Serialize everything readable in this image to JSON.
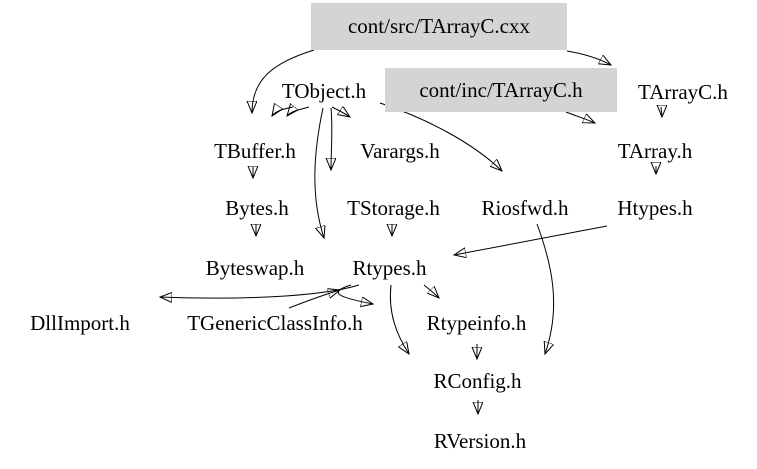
{
  "diagram": {
    "type": "include-dependency-graph",
    "colors": {
      "background": "#ffffff",
      "node_fill": "#d4d4d4",
      "edge": "#000000",
      "text": "#000000"
    },
    "nodes": {
      "tarrayc_cxx": {
        "label": "cont/src/TArrayC.cxx",
        "filled": true
      },
      "tobject": {
        "label": "TObject.h",
        "filled": false
      },
      "tarrayc_inc": {
        "label": "cont/inc/TArrayC.h",
        "filled": true
      },
      "tarrayc_h": {
        "label": "TArrayC.h",
        "filled": false
      },
      "tbuffer": {
        "label": "TBuffer.h",
        "filled": false
      },
      "varargs": {
        "label": "Varargs.h",
        "filled": false
      },
      "tarray": {
        "label": "TArray.h",
        "filled": false
      },
      "bytes": {
        "label": "Bytes.h",
        "filled": false
      },
      "tstorage": {
        "label": "TStorage.h",
        "filled": false
      },
      "riosfwd": {
        "label": "Riosfwd.h",
        "filled": false
      },
      "htypes": {
        "label": "Htypes.h",
        "filled": false
      },
      "byteswap": {
        "label": "Byteswap.h",
        "filled": false
      },
      "rtypes": {
        "label": "Rtypes.h",
        "filled": false
      },
      "dllimport": {
        "label": "DllImport.h",
        "filled": false
      },
      "tgci": {
        "label": "TGenericClassInfo.h",
        "filled": false
      },
      "rtypeinfo": {
        "label": "Rtypeinfo.h",
        "filled": false
      },
      "rconfig": {
        "label": "RConfig.h",
        "filled": false
      },
      "rversion": {
        "label": "RVersion.h",
        "filled": false
      }
    },
    "edges": [
      {
        "from": "cont/src/TArrayC.cxx",
        "to": "TBuffer.h"
      },
      {
        "from": "cont/src/TArrayC.cxx",
        "to": "TArrayC.h"
      },
      {
        "from": "TObject.h",
        "to": "TBuffer.h"
      },
      {
        "from": "TObject.h",
        "to": "Varargs.h"
      },
      {
        "from": "TObject.h",
        "to": "TStorage.h"
      },
      {
        "from": "TObject.h",
        "to": "Rtypes.h"
      },
      {
        "from": "TObject.h",
        "to": "Riosfwd.h"
      },
      {
        "from": "cont/inc/TArrayC.h",
        "to": "TArray.h"
      },
      {
        "from": "TArrayC.h",
        "to": "TArray.h"
      },
      {
        "from": "TArray.h",
        "to": "Htypes.h"
      },
      {
        "from": "TBuffer.h",
        "to": "Bytes.h"
      },
      {
        "from": "Bytes.h",
        "to": "Byteswap.h"
      },
      {
        "from": "TStorage.h",
        "to": "Rtypes.h"
      },
      {
        "from": "Htypes.h",
        "to": "Rtypes.h"
      },
      {
        "from": "Riosfwd.h",
        "to": "RConfig.h"
      },
      {
        "from": "Rtypes.h",
        "to": "DllImport.h"
      },
      {
        "from": "Rtypes.h",
        "to": "TGenericClassInfo.h"
      },
      {
        "from": "Rtypes.h",
        "to": "Rtypeinfo.h"
      },
      {
        "from": "Rtypes.h",
        "to": "RConfig.h"
      },
      {
        "from": "TGenericClassInfo.h",
        "to": "Rtypes.h"
      },
      {
        "from": "Rtypeinfo.h",
        "to": "RConfig.h"
      },
      {
        "from": "RConfig.h",
        "to": "RVersion.h"
      }
    ]
  }
}
